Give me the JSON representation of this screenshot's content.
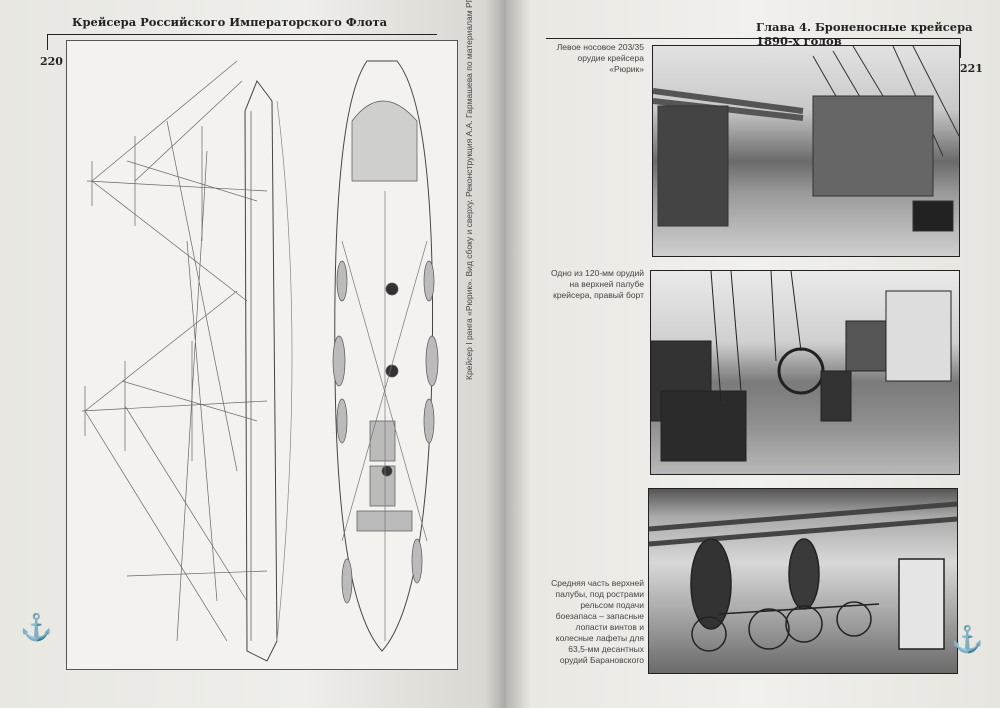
{
  "left_page": {
    "running_head": "Крейсера Российского Императорского Флота",
    "page_number": "220",
    "figure_caption": "Крейсер I ранга «Рюрик». Вид сбоку и сверху. Реконструкция А.А. Гармашева по материалам РГАВМФ"
  },
  "right_page": {
    "running_head": "Глава 4. Броненосные крейсера 1890-х годов",
    "page_number": "221",
    "photos": [
      {
        "caption": "Левое носовое 203/35 орудие крейсера «Рюрик»"
      },
      {
        "caption": "Одно из 120-мм орудий на верхней палубе крейсера, правый борт"
      },
      {
        "caption": "Средняя часть верхней палубы, под рострами рельсом подачи боезапаса – запасные лопасти винтов и колесные лафеты для 63,5-мм десантных орудий Барановского"
      }
    ]
  },
  "icons": {
    "corner": "anchor-icon"
  }
}
